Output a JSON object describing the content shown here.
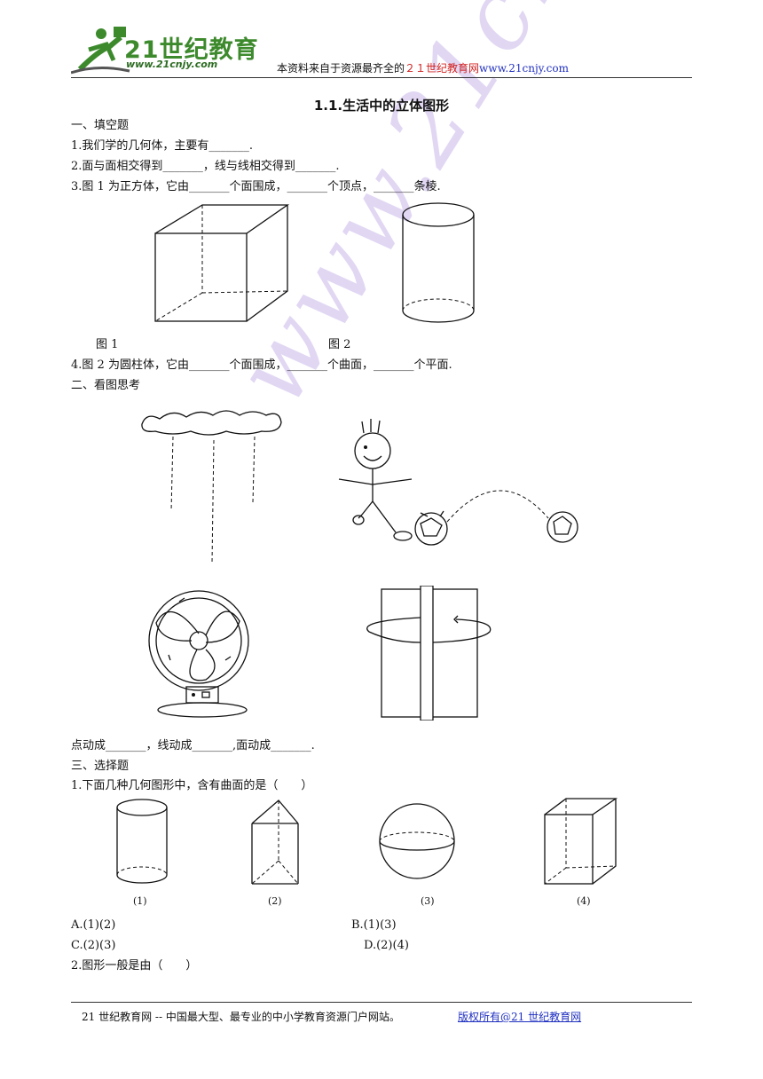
{
  "header": {
    "logo_main": "21世纪教育",
    "logo_sub": "www.21cnjy.com",
    "note_prefix": "本资料来自于资源最齐全的",
    "note_red": "２１世纪教育网",
    "note_url": "www.21cnjy.com"
  },
  "title": "1.1.生活中的立体图形",
  "section1": {
    "heading": "一、填空题",
    "q1": "1.我们学的几何体，主要有_______.",
    "q2": "2.面与面相交得到_______，线与线相交得到_______.",
    "q3": "3.图 1 为正方体，它由_______个面围成，_______个顶点，_______条棱.",
    "fig1_label": "图 1",
    "fig2_label": "图 2",
    "q4": "4.图 2 为圆柱体，它由_______个面围成，_______个曲面，_______个平面."
  },
  "section2": {
    "heading": "二、看图思考",
    "fill": "点动成_______，线动成_______,面动成_______."
  },
  "section3": {
    "heading": "三、选择题",
    "q1": "1.下面几种几何图形中，含有曲面的是（　　）",
    "labels": [
      "(1)",
      "(2)",
      "(3)",
      "(4)"
    ],
    "optA": "A.(1)(2)",
    "optB": "B.(1)(3)",
    "optC": "C.(2)(3)",
    "optD": "D.(2)(4)",
    "q2": "2.图形一般是由（　　）"
  },
  "footer": {
    "left": "21 世纪教育网 -- 中国最大型、最专业的中小学教育资源门户网站。",
    "right": "版权所有@21 世纪教育网"
  },
  "watermark": "www.21cnjy.com"
}
